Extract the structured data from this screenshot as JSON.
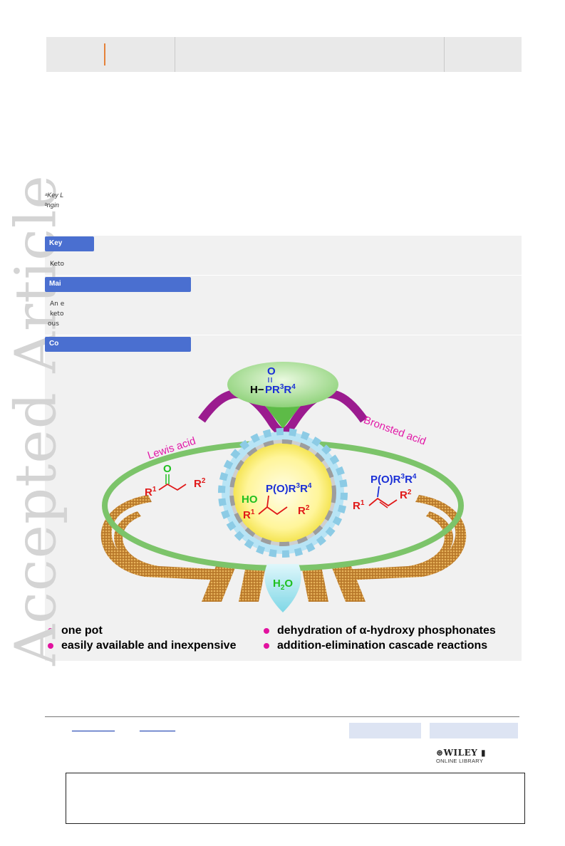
{
  "watermark": "Accepted Article",
  "key_lines": [
    "ᵃKey L",
    "ᵇngin"
  ],
  "sections": [
    {
      "label": "Key",
      "lines": [
        "Keto"
      ]
    },
    {
      "label": "Mai",
      "lines": [
        "An e",
        "keto",
        "ous"
      ]
    },
    {
      "label": "Co",
      "lines": []
    }
  ],
  "graphic": {
    "reagent_oxygen": "O",
    "reagent_prefix": "H−",
    "reagent_p": "P",
    "reagent_r3": "R",
    "reagent_r3_sup": "3",
    "reagent_r4": "R",
    "reagent_r4_sup": "4",
    "lewis_label": "Lewis acid",
    "bronsted_label": "Bronsted acid",
    "ketone_oxygen": "O",
    "ketone_r1": "R",
    "ketone_r1_sup": "1",
    "ketone_r2": "R",
    "ketone_r2_sup": "2",
    "center_ho": "HO",
    "center_phos": "P(O)R",
    "center_phos_sup3": "3",
    "center_phos_r4": "R",
    "center_phos_sup4": "4",
    "center_r1": "R",
    "center_r1_sup": "1",
    "center_r2": "R",
    "center_r2_sup": "2",
    "product_phos": "P(O)R",
    "product_phos_sup3": "3",
    "product_phos_r4": "R",
    "product_phos_sup4": "4",
    "product_r1": "R",
    "product_r1_sup": "1",
    "product_r2": "R",
    "product_r2_sup": "2",
    "water_h": "H",
    "water_sub": "2",
    "water_o": "O"
  },
  "bullets": [
    "one pot",
    "easily available and inexpensive",
    "dehydration of α-hydroxy phosphonates",
    "addition-elimination cascade reactions"
  ],
  "colors": {
    "accent_orange": "#e5823a",
    "section_blue": "#4a6fd0",
    "bullet_magenta": "#e2129f",
    "link_blue": "#1a3fb0"
  },
  "footer": {
    "links": [
      "____________",
      "__________"
    ],
    "wiley_brand": "WILEY",
    "wiley_sub": "ONLINE LIBRARY"
  }
}
